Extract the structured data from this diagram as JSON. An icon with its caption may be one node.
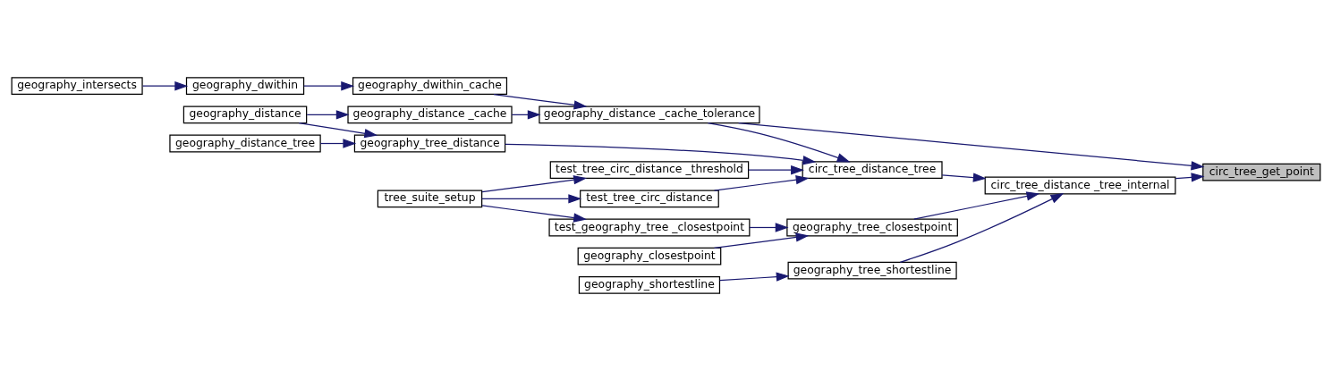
{
  "diagram": {
    "nodes": [
      {
        "text": [
          "circ_tree_get_point"
        ]
      },
      {
        "text": [
          "circ_tree_distance _tree_internal"
        ]
      },
      {
        "text": [
          "geography_distance _cache_tolerance"
        ]
      },
      {
        "text": [
          "geography_dwithin_cache"
        ]
      },
      {
        "text": [
          "geography_dwithin"
        ]
      },
      {
        "text": [
          "geography_intersects"
        ]
      },
      {
        "text": [
          "geography_distance _cache"
        ]
      },
      {
        "text": [
          "geography_distance"
        ]
      },
      {
        "text": [
          "circ_tree_distance_tree"
        ]
      },
      {
        "text": [
          "geography_tree_shortestline"
        ]
      },
      {
        "text": [
          "geography_shortestline"
        ]
      },
      {
        "text": [
          "geography_tree_distance"
        ]
      },
      {
        "text": [
          "geography_distance_tree"
        ]
      },
      {
        "text": [
          "test_tree_circ_distance _threshold"
        ]
      },
      {
        "text": [
          "tree_suite_setup"
        ]
      },
      {
        "text": [
          "test_tree_circ_distance"
        ]
      },
      {
        "text": [
          "geography_tree_closestpoint"
        ]
      },
      {
        "text": [
          "test_geography_tree _closestpoint"
        ]
      },
      {
        "text": [
          "geography_closestpoint"
        ]
      }
    ],
    "edges": [
      {
        "from": 1,
        "to": 0,
        "arrow": "to"
      },
      {
        "from": 2,
        "to": 0,
        "arrow": "to"
      },
      {
        "from": 8,
        "to": 1,
        "arrow": "to"
      },
      {
        "from": 9,
        "to": 1,
        "arrow": "to"
      },
      {
        "from": 16,
        "to": 1,
        "arrow": "to"
      },
      {
        "from": 3,
        "to": 2,
        "arrow": "to"
      },
      {
        "from": 6,
        "to": 2,
        "arrow": "to"
      },
      {
        "from": 4,
        "to": 3,
        "arrow": "to"
      },
      {
        "from": 5,
        "to": 4,
        "arrow": "to"
      },
      {
        "from": 7,
        "to": 6,
        "arrow": "to"
      },
      {
        "from": 2,
        "to": 8,
        "arrow": "to"
      },
      {
        "from": 10,
        "to": 9,
        "arrow": "to"
      },
      {
        "from": 11,
        "to": 8,
        "arrow": "to"
      },
      {
        "from": 7,
        "to": 11,
        "arrow": "to"
      },
      {
        "from": 12,
        "to": 11,
        "arrow": "to"
      },
      {
        "from": 13,
        "to": 8,
        "arrow": "to"
      },
      {
        "from": 15,
        "to": 8,
        "arrow": "to"
      },
      {
        "from": 14,
        "to": 13,
        "arrow": "to"
      },
      {
        "from": 14,
        "to": 15,
        "arrow": "to"
      },
      {
        "from": 14,
        "to": 17,
        "arrow": "to"
      },
      {
        "from": 17,
        "to": 16,
        "arrow": "to"
      },
      {
        "from": 18,
        "to": 16,
        "arrow": "to"
      }
    ]
  }
}
